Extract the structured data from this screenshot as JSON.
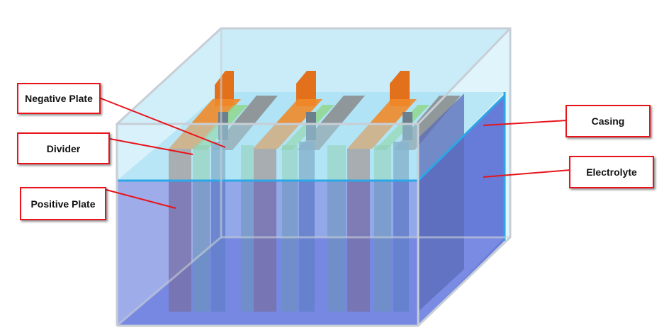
{
  "labels": {
    "negative_plate": "Negative Plate",
    "divider": "Divider",
    "positive_plate": "Positive Plate",
    "casing": "Casing",
    "electrolyte": "Electrolyte"
  },
  "colors": {
    "callout": "#e8141b",
    "electrolyte": "#6f82e0",
    "air": "#b8e6f6",
    "casing_edge": "#c8ced6",
    "liquid_edge": "#2ba7e8",
    "positive_plate": "#8a6aa0",
    "negative_plate": "#6f98b2",
    "divider": "#74c07a",
    "terminal": "#e8761e"
  }
}
